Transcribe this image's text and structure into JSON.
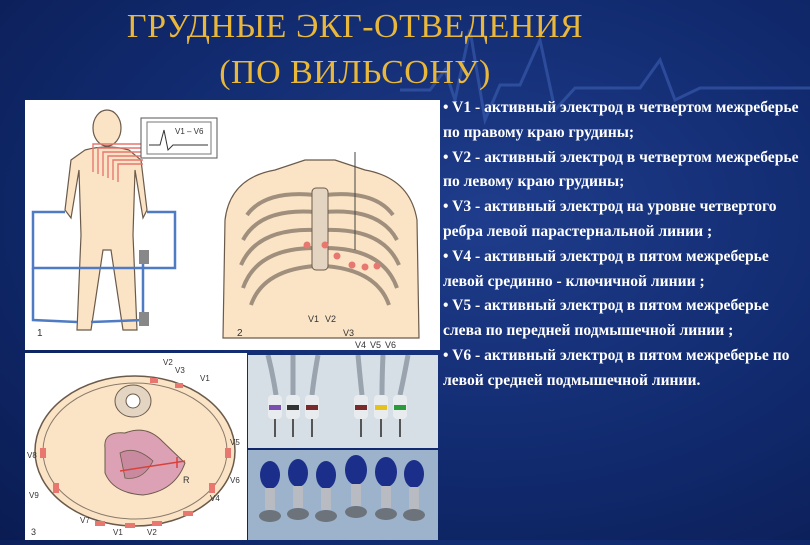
{
  "slide": {
    "title_line1": "ГРУДНЫЕ ЭКГ-ОТВЕДЕНИЯ",
    "title_line2": "(ПО ВИЛЬСОНУ)",
    "colors": {
      "title": "#e9b73a",
      "text": "#ffffff",
      "background": "#112a6e",
      "electrode": "#e8776f"
    }
  },
  "bullets": [
    "• V1 - активный электрод в четвертом межреберье по правому краю грудины;",
    "• V2 - активный электрод в четвертом межреберье по левому краю грудины;",
    "• V3 - активный электрод на уровне четвертого ребра левой парастернальной линии ;",
    "• V4 - активный электрод в пятом межреберье левой срединно - ключичной линии ;",
    "• V5 - активный электрод в пятом межреберье слева по передней подмышечной линии ;",
    "• V6 - активный электрод в пятом межреберье по левой средней подмышечной линии."
  ],
  "figure": {
    "panel1_number": "1",
    "panel2_number": "2",
    "panel3_number": "3",
    "monitor_label": "V1 – V6",
    "chest_labels": {
      "v1": "V1",
      "v2": "V2",
      "v3": "V3",
      "v4": "V4",
      "v5": "V5",
      "v6": "V6"
    },
    "section_labels": {
      "v1": "V1",
      "v2": "V2",
      "v3": "V3",
      "v4": "V4",
      "v5": "V5",
      "v6": "V6",
      "v7": "V7",
      "v8": "V8",
      "v9": "V9"
    },
    "section_letter": "R"
  }
}
